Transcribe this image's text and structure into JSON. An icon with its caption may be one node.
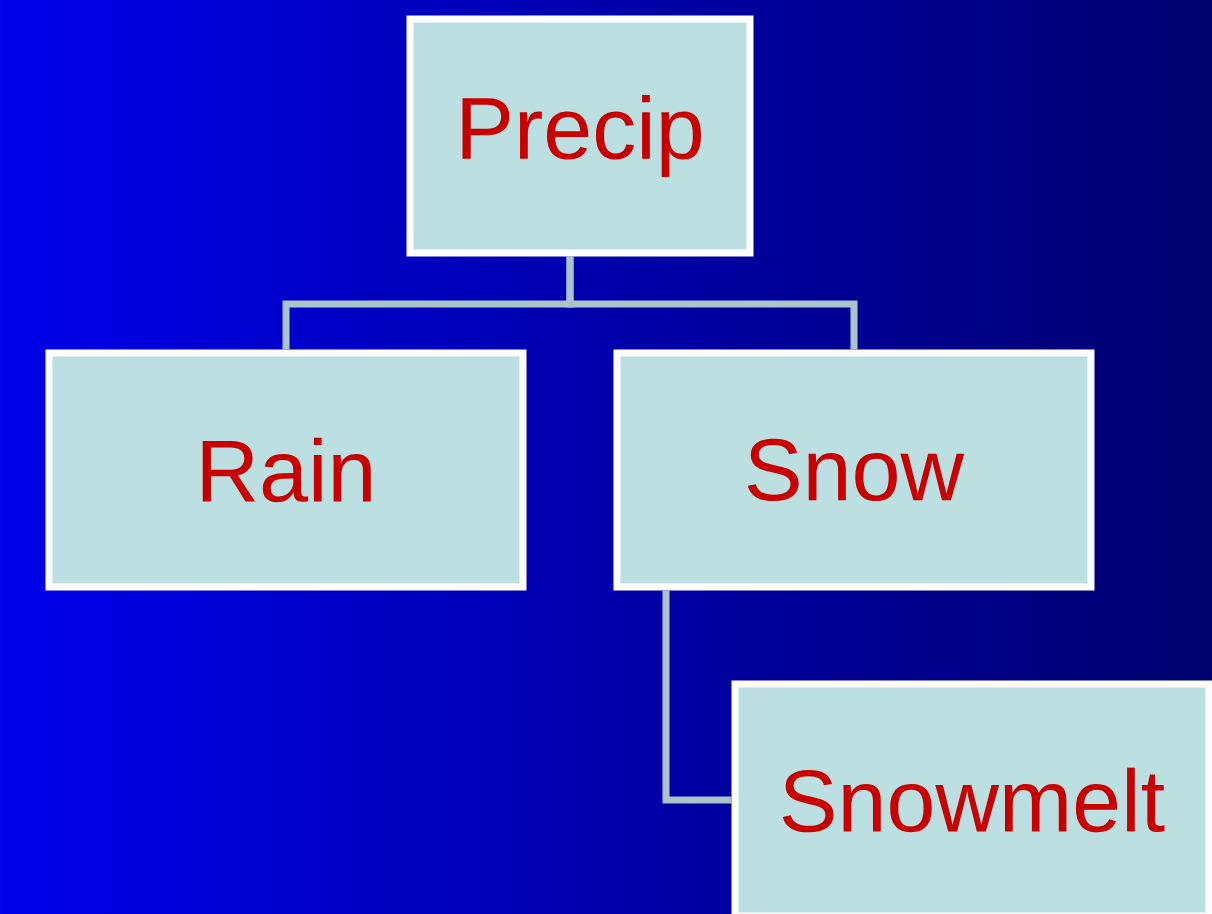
{
  "diagram": {
    "nodes": [
      {
        "text": [
          "Precip"
        ]
      },
      {
        "text": [
          "Rain"
        ]
      },
      {
        "text": [
          "Snow"
        ]
      },
      {
        "text": [
          "Snowmelt"
        ]
      }
    ],
    "edges": [
      {
        "from": 0,
        "to": 1,
        "arrow": "none"
      },
      {
        "from": 0,
        "to": 2,
        "arrow": "none"
      },
      {
        "from": 2,
        "to": 3,
        "arrow": "none"
      }
    ]
  }
}
